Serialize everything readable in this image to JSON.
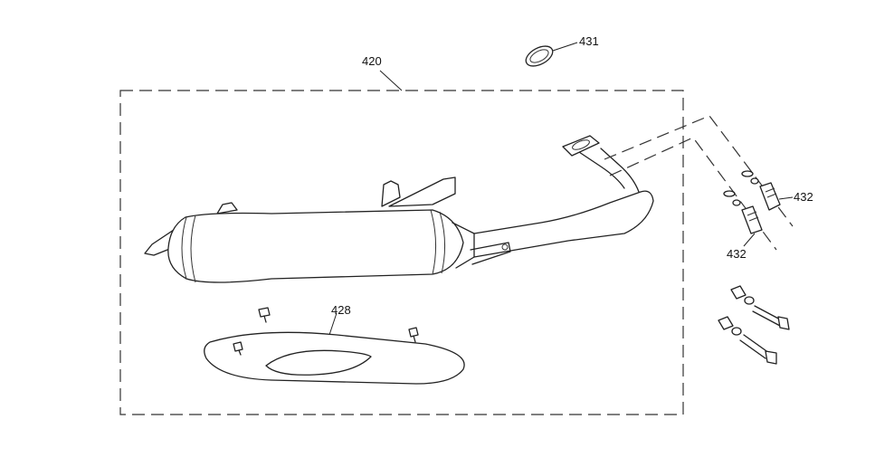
{
  "callouts": {
    "assembly_420": "420",
    "gasket_431": "431",
    "bolt_432_upper": "432",
    "bolt_432_lower": "432",
    "heat_shield_428": "428"
  }
}
